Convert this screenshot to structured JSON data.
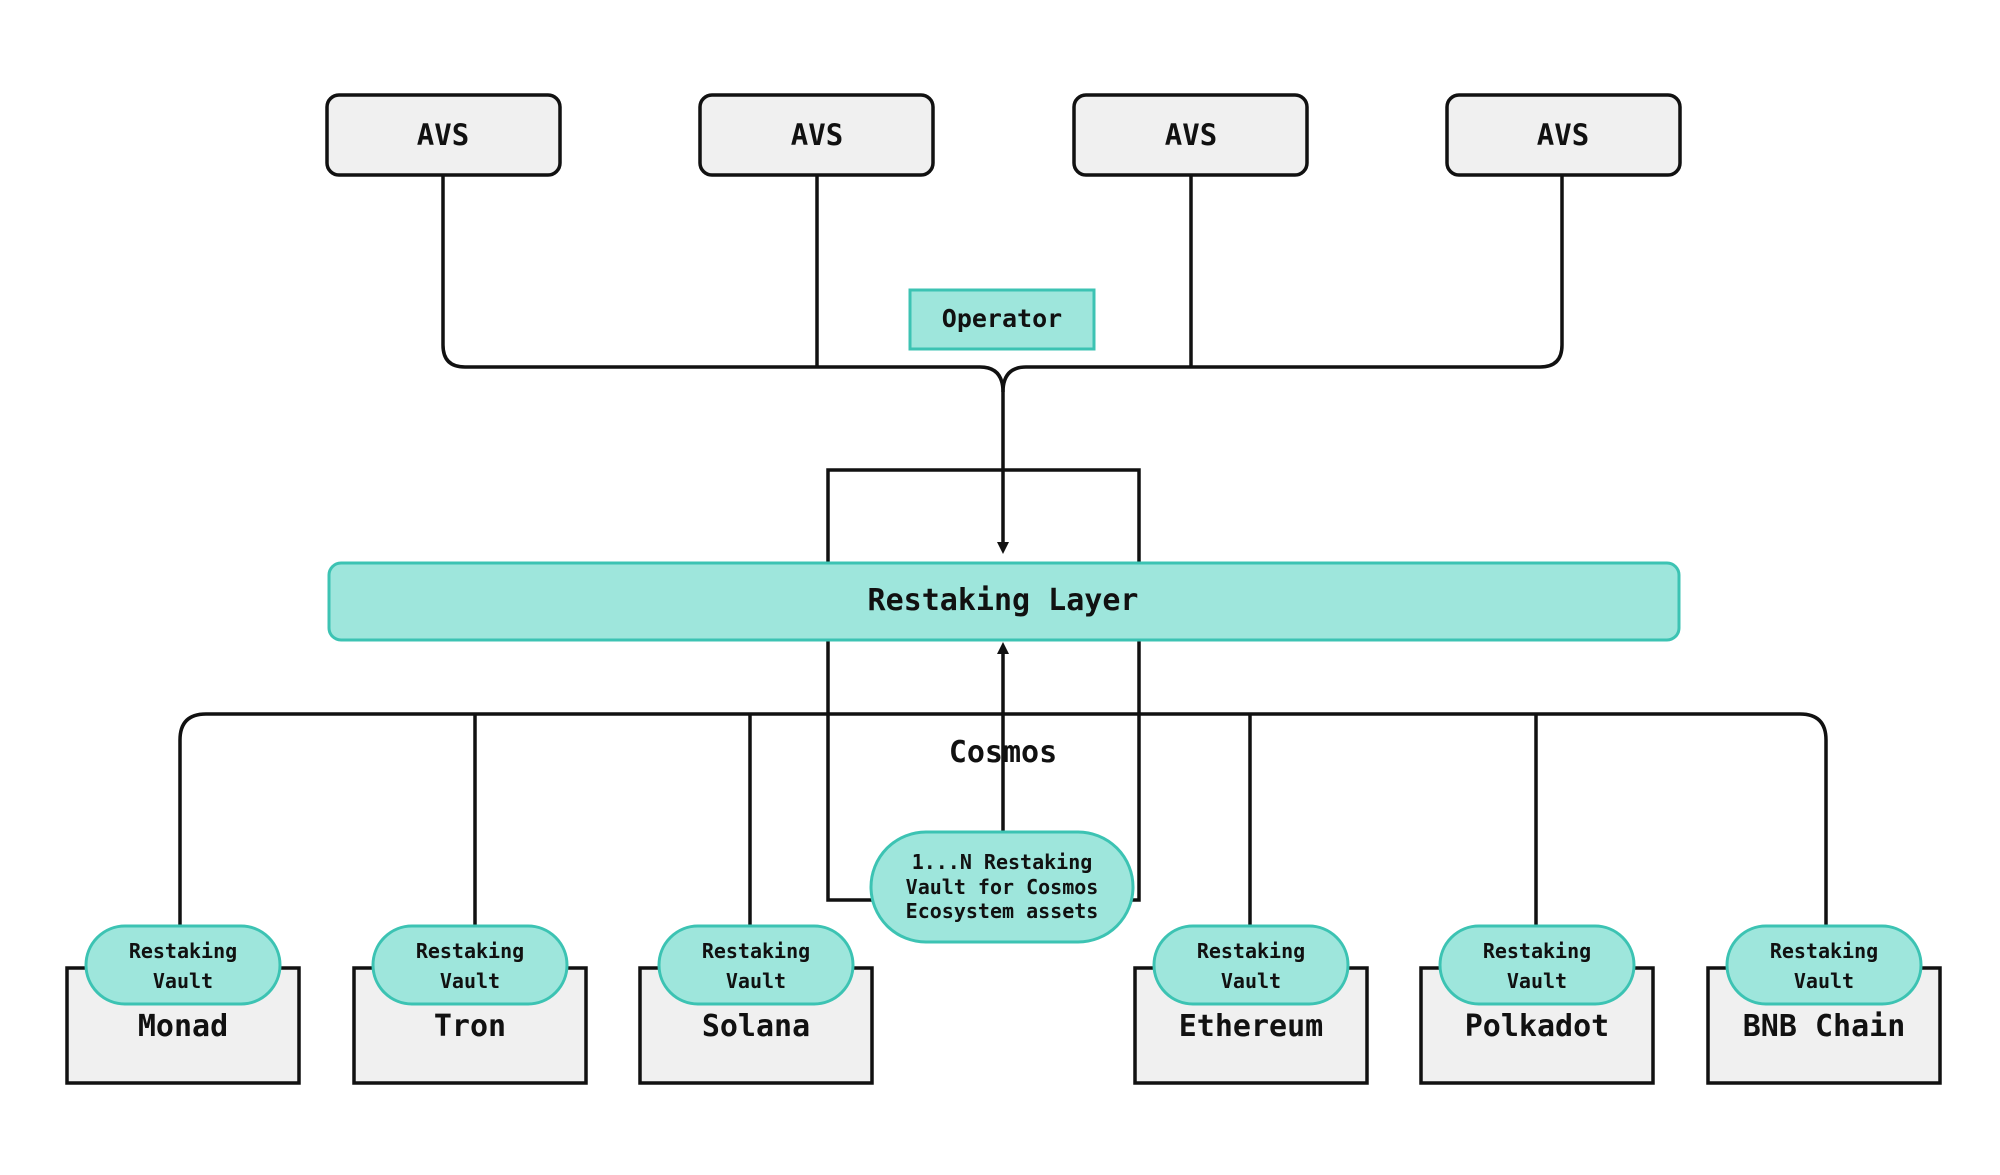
{
  "colors": {
    "box_fill": "#f0f0f0",
    "teal_fill": "#9ee6dc",
    "teal_stroke": "#3cc3b3",
    "line": "#111111",
    "background": "#ffffff"
  },
  "avs": [
    {
      "label": "AVS"
    },
    {
      "label": "AVS"
    },
    {
      "label": "AVS"
    },
    {
      "label": "AVS"
    }
  ],
  "operator": {
    "label": "Operator"
  },
  "restaking_layer": {
    "label": "Restaking Layer"
  },
  "cosmos": {
    "label": "Cosmos",
    "vault_lines": [
      "1...N Restaking",
      "Vault for Cosmos",
      "Ecosystem assets"
    ]
  },
  "chains": [
    {
      "name": "Monad",
      "vault_lines": [
        "Restaking",
        "Vault"
      ]
    },
    {
      "name": "Tron",
      "vault_lines": [
        "Restaking",
        "Vault"
      ]
    },
    {
      "name": "Solana",
      "vault_lines": [
        "Restaking",
        "Vault"
      ]
    },
    {
      "name": "Ethereum",
      "vault_lines": [
        "Restaking",
        "Vault"
      ]
    },
    {
      "name": "Polkadot",
      "vault_lines": [
        "Restaking",
        "Vault"
      ]
    },
    {
      "name": "BNB Chain",
      "vault_lines": [
        "Restaking",
        "Vault"
      ]
    }
  ]
}
